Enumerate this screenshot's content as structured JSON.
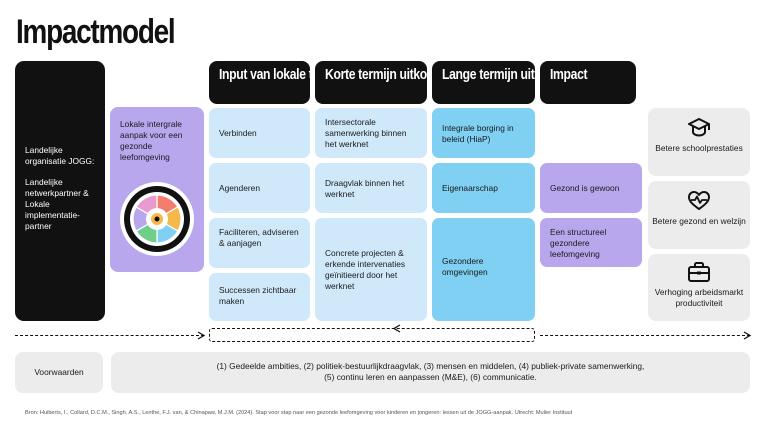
{
  "title": "Impactmodel",
  "actor": {
    "line1": "Landelijke organisatie JOGG:",
    "line2": "Landelijke netwerkpartner & Lokale implementatie-partner"
  },
  "approach": {
    "label": "Lokale intergrale aanpak voor een gezonde leefomgeving"
  },
  "columns": {
    "input": "Input van lokale team",
    "short": "Korte termijn uitkomsten",
    "long": "Lange termijn uitkomsten",
    "impact": "Impact"
  },
  "input_items": [
    "Verbinden",
    "Agenderen",
    "Faciliteren, adviseren & aanjagen",
    "Successen zichtbaar maken"
  ],
  "short_items": [
    "Intersectorale samenwerking binnen het werknet",
    "Draagvlak binnen het werknet",
    "Concrete projecten & erkende intervenaties geïnitieerd door het werknet"
  ],
  "long_items": [
    "Integrale borging in beleid (HiaP)",
    "Eigenaarschap",
    "Gezondere omgevingen"
  ],
  "impact_items": [
    "Gezond is gewoon",
    "Een structureel gezondere leefomgeving"
  ],
  "outcomes": [
    {
      "icon": "graduation-cap-icon",
      "label": "Betere schoolprestaties"
    },
    {
      "icon": "heart-pulse-icon",
      "label": "Betere gezond en welzijn"
    },
    {
      "icon": "briefcase-icon",
      "label": "Verhoging arbeidsmarkt productiviteit"
    }
  ],
  "conditions": {
    "label": "Voorwaarden",
    "line1": "(1) Gedeelde ambities, (2) politiek-bestuurlijkdraagvlak, (3) mensen en middelen, (4) publiek-private samenwerking,",
    "line2": "(5) continu leren en aanpassen (M&E), (6) communicatie."
  },
  "source": "Bron: Huiberts, I., Collard, D.C.M., Singh, A.S., Lenthe, F.J. van, & Chinapaw, M.J.M. (2024). Stap voor stap naar een gezonde leefomgeving voor kinderen en jongeren: lessen uit de JOGG-aanpak. Utrecht: Mulier Instituut",
  "colors": {
    "black": "#111111",
    "purple": "#b9a7ee",
    "light_blue": "#cfe9fb",
    "mid_blue": "#7fd0f2",
    "grey": "#ececec"
  }
}
